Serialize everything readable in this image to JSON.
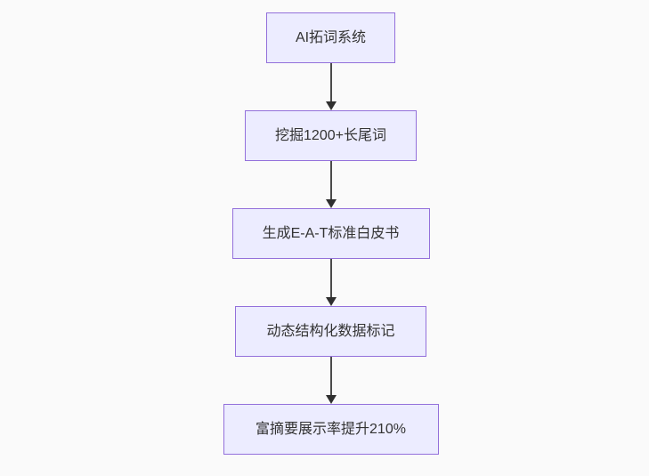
{
  "diagram": {
    "type": "flowchart-top-down",
    "nodes": [
      {
        "id": "A",
        "label": "AI拓词系统"
      },
      {
        "id": "B",
        "label": "挖掘1200+长尾词"
      },
      {
        "id": "C",
        "label": "生成E-A-T标准白皮书"
      },
      {
        "id": "D",
        "label": "动态结构化数据标记"
      },
      {
        "id": "E",
        "label": "富摘要展示率提升210%"
      }
    ],
    "edges": [
      {
        "from": "A",
        "to": "B"
      },
      {
        "from": "B",
        "to": "C"
      },
      {
        "from": "C",
        "to": "D"
      },
      {
        "from": "D",
        "to": "E"
      }
    ],
    "colors": {
      "node_fill": "#ECECFF",
      "node_border": "#9370DB",
      "node_text": "#333333",
      "arrow": "#333333",
      "background": "#FAFAFA"
    }
  }
}
